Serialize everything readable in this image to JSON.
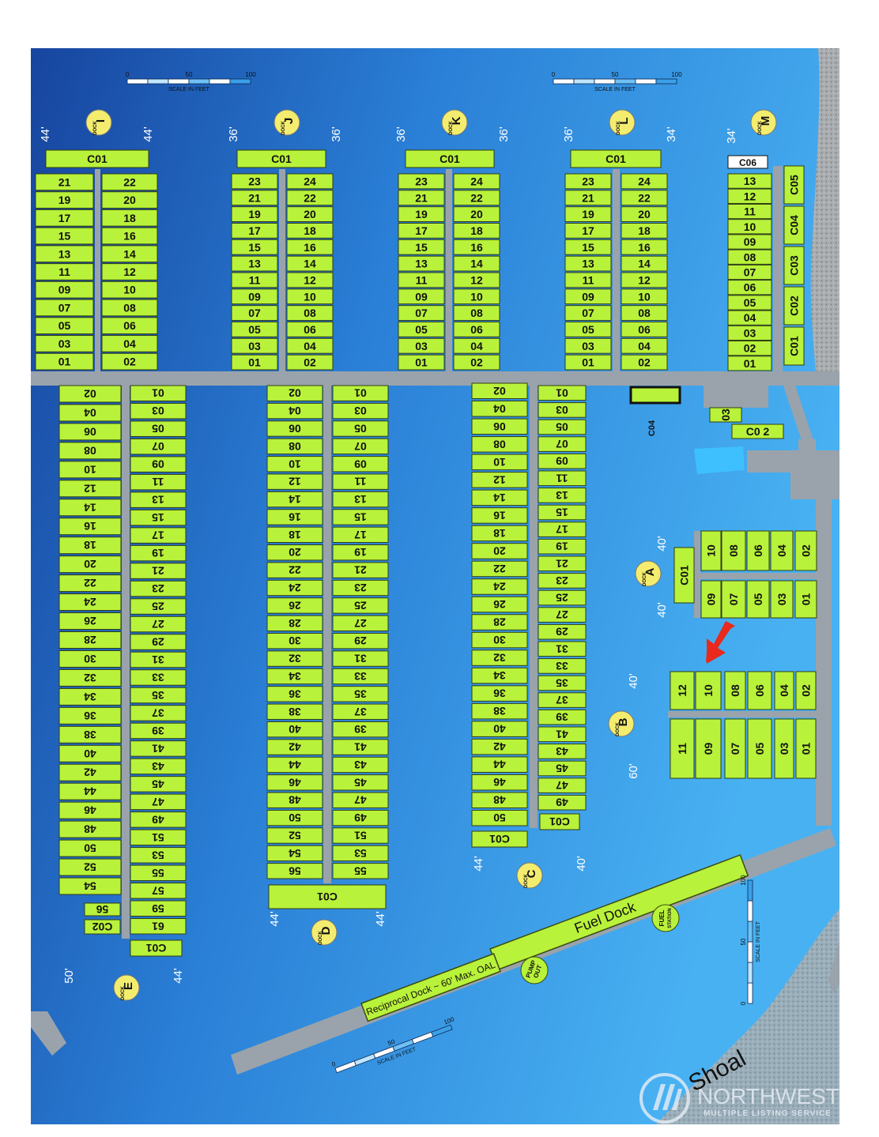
{
  "map": {
    "docks_north": [
      {
        "id": "I",
        "word": "DOCK",
        "cap": "C01",
        "left": [
          "21",
          "19",
          "17",
          "15",
          "13",
          "11",
          "09",
          "07",
          "05",
          "03",
          "01"
        ],
        "right": [
          "22",
          "20",
          "18",
          "16",
          "14",
          "12",
          "10",
          "08",
          "06",
          "04",
          "02"
        ],
        "width_left": "44'",
        "width_right": "44'"
      },
      {
        "id": "J",
        "word": "DOCK",
        "cap": "C01",
        "left": [
          "23",
          "21",
          "19",
          "17",
          "15",
          "13",
          "11",
          "09",
          "07",
          "05",
          "03",
          "01"
        ],
        "right": [
          "24",
          "22",
          "20",
          "18",
          "16",
          "14",
          "12",
          "10",
          "08",
          "06",
          "04",
          "02"
        ],
        "width_left": "36'",
        "width_right": "36'"
      },
      {
        "id": "K",
        "word": "DOCK",
        "cap": "C01",
        "left": [
          "23",
          "21",
          "19",
          "17",
          "15",
          "13",
          "11",
          "09",
          "07",
          "05",
          "03",
          "01"
        ],
        "right": [
          "24",
          "22",
          "20",
          "18",
          "16",
          "14",
          "12",
          "10",
          "08",
          "06",
          "04",
          "02"
        ],
        "width_left": "36'",
        "width_right": "36'"
      },
      {
        "id": "L",
        "word": "DOCK",
        "cap": "C01",
        "left": [
          "23",
          "21",
          "19",
          "17",
          "15",
          "13",
          "11",
          "09",
          "07",
          "05",
          "03",
          "01"
        ],
        "right": [
          "24",
          "22",
          "20",
          "18",
          "16",
          "14",
          "12",
          "10",
          "08",
          "06",
          "04",
          "02"
        ],
        "width_left": "36'",
        "width_right": "34'"
      }
    ],
    "dock_m": {
      "id": "M",
      "word": "DOCK",
      "top_label": "C06",
      "slips": [
        "13",
        "12",
        "11",
        "10",
        "09",
        "08",
        "07",
        "06",
        "05",
        "04",
        "03",
        "02",
        "01"
      ],
      "side": [
        "C05",
        "C04",
        "C03",
        "C02",
        "C01"
      ],
      "width_left": "34'"
    },
    "docks_south": [
      {
        "id": "E",
        "word": "DOCK",
        "left": [
          "02",
          "04",
          "06",
          "08",
          "10",
          "12",
          "14",
          "16",
          "18",
          "20",
          "22",
          "24",
          "26",
          "28",
          "30",
          "32",
          "34",
          "36",
          "38",
          "40",
          "42",
          "44",
          "46",
          "48",
          "50",
          "52",
          "54"
        ],
        "left_extra": [
          "56",
          "C02"
        ],
        "right": [
          "01",
          "03",
          "05",
          "07",
          "09",
          "11",
          "13",
          "15",
          "17",
          "19",
          "21",
          "23",
          "25",
          "27",
          "29",
          "31",
          "33",
          "35",
          "37",
          "39",
          "41",
          "43",
          "45",
          "47",
          "49",
          "51",
          "53",
          "55",
          "57",
          "59",
          "61"
        ],
        "end": "C01",
        "width_left": "50'",
        "width_right": "44'"
      },
      {
        "id": "D",
        "word": "DOCK",
        "left": [
          "02",
          "04",
          "06",
          "08",
          "10",
          "12",
          "14",
          "16",
          "18",
          "20",
          "22",
          "24",
          "26",
          "28",
          "30",
          "32",
          "34",
          "36",
          "38",
          "40",
          "42",
          "44",
          "46",
          "48",
          "50",
          "52",
          "54",
          "56"
        ],
        "right": [
          "01",
          "03",
          "05",
          "07",
          "09",
          "11",
          "13",
          "15",
          "17",
          "19",
          "21",
          "23",
          "25",
          "27",
          "29",
          "31",
          "33",
          "35",
          "37",
          "39",
          "41",
          "43",
          "45",
          "47",
          "49",
          "51",
          "53",
          "55"
        ],
        "end": "C01",
        "width_left": "44'",
        "width_right": "44'"
      },
      {
        "id": "C",
        "word": "DOCK",
        "left": [
          "02",
          "04",
          "06",
          "08",
          "10",
          "12",
          "14",
          "16",
          "18",
          "20",
          "22",
          "24",
          "26",
          "28",
          "30",
          "32",
          "34",
          "36",
          "38",
          "40",
          "42",
          "44",
          "46",
          "48",
          "50"
        ],
        "right": [
          "01",
          "03",
          "05",
          "07",
          "09",
          "11",
          "13",
          "15",
          "17",
          "19",
          "21",
          "23",
          "25",
          "27",
          "29",
          "31",
          "33",
          "35",
          "37",
          "39",
          "41",
          "43",
          "45",
          "47",
          "49"
        ],
        "end_left": "C01",
        "end_right": "C01",
        "width_left": "44'",
        "width_right": "40'"
      }
    ],
    "dock_a": {
      "id": "A",
      "word": "DOCK",
      "cap": "C01",
      "top": [
        "10",
        "08",
        "06",
        "04",
        "02"
      ],
      "bottom": [
        "09",
        "07",
        "05",
        "03",
        "01"
      ],
      "width_top": "40'",
      "width_bottom": "40'"
    },
    "dock_b": {
      "id": "B",
      "word": "DOCK",
      "top": [
        "12",
        "10",
        "08",
        "06",
        "04",
        "02"
      ],
      "bottom": [
        "11",
        "09",
        "07",
        "05",
        "03",
        "01"
      ],
      "width_top": "40'",
      "width_bottom": "60'"
    },
    "misc": {
      "c04": "C04",
      "c03": "03",
      "c02": "C0 2"
    },
    "fuel_dock": "Fuel Dock",
    "reciprocal_dock": "Reciprocal Dock ~ 60' Max. OAL",
    "fuel_station": {
      "l1": "FUEL",
      "l2": "STATION"
    },
    "pump_out": {
      "l1": "PUMP",
      "l2": "OUT"
    },
    "shoal": "Shoal",
    "scale": {
      "t0": "0",
      "t50": "50",
      "t100": "100",
      "caption": "SCALE IN FEET"
    },
    "watermark": {
      "name": "NORTHWEST",
      "sub": "MULTIPLE LISTING SERVICE"
    },
    "colors": {
      "slip": "#b9f23a",
      "walkway": "#9aa3ab",
      "water_deep": "#1a4fae",
      "water_light": "#3ea3ee",
      "arrow": "#e8291c",
      "badge": "#f3ec6e"
    },
    "highlight": "B-10"
  }
}
